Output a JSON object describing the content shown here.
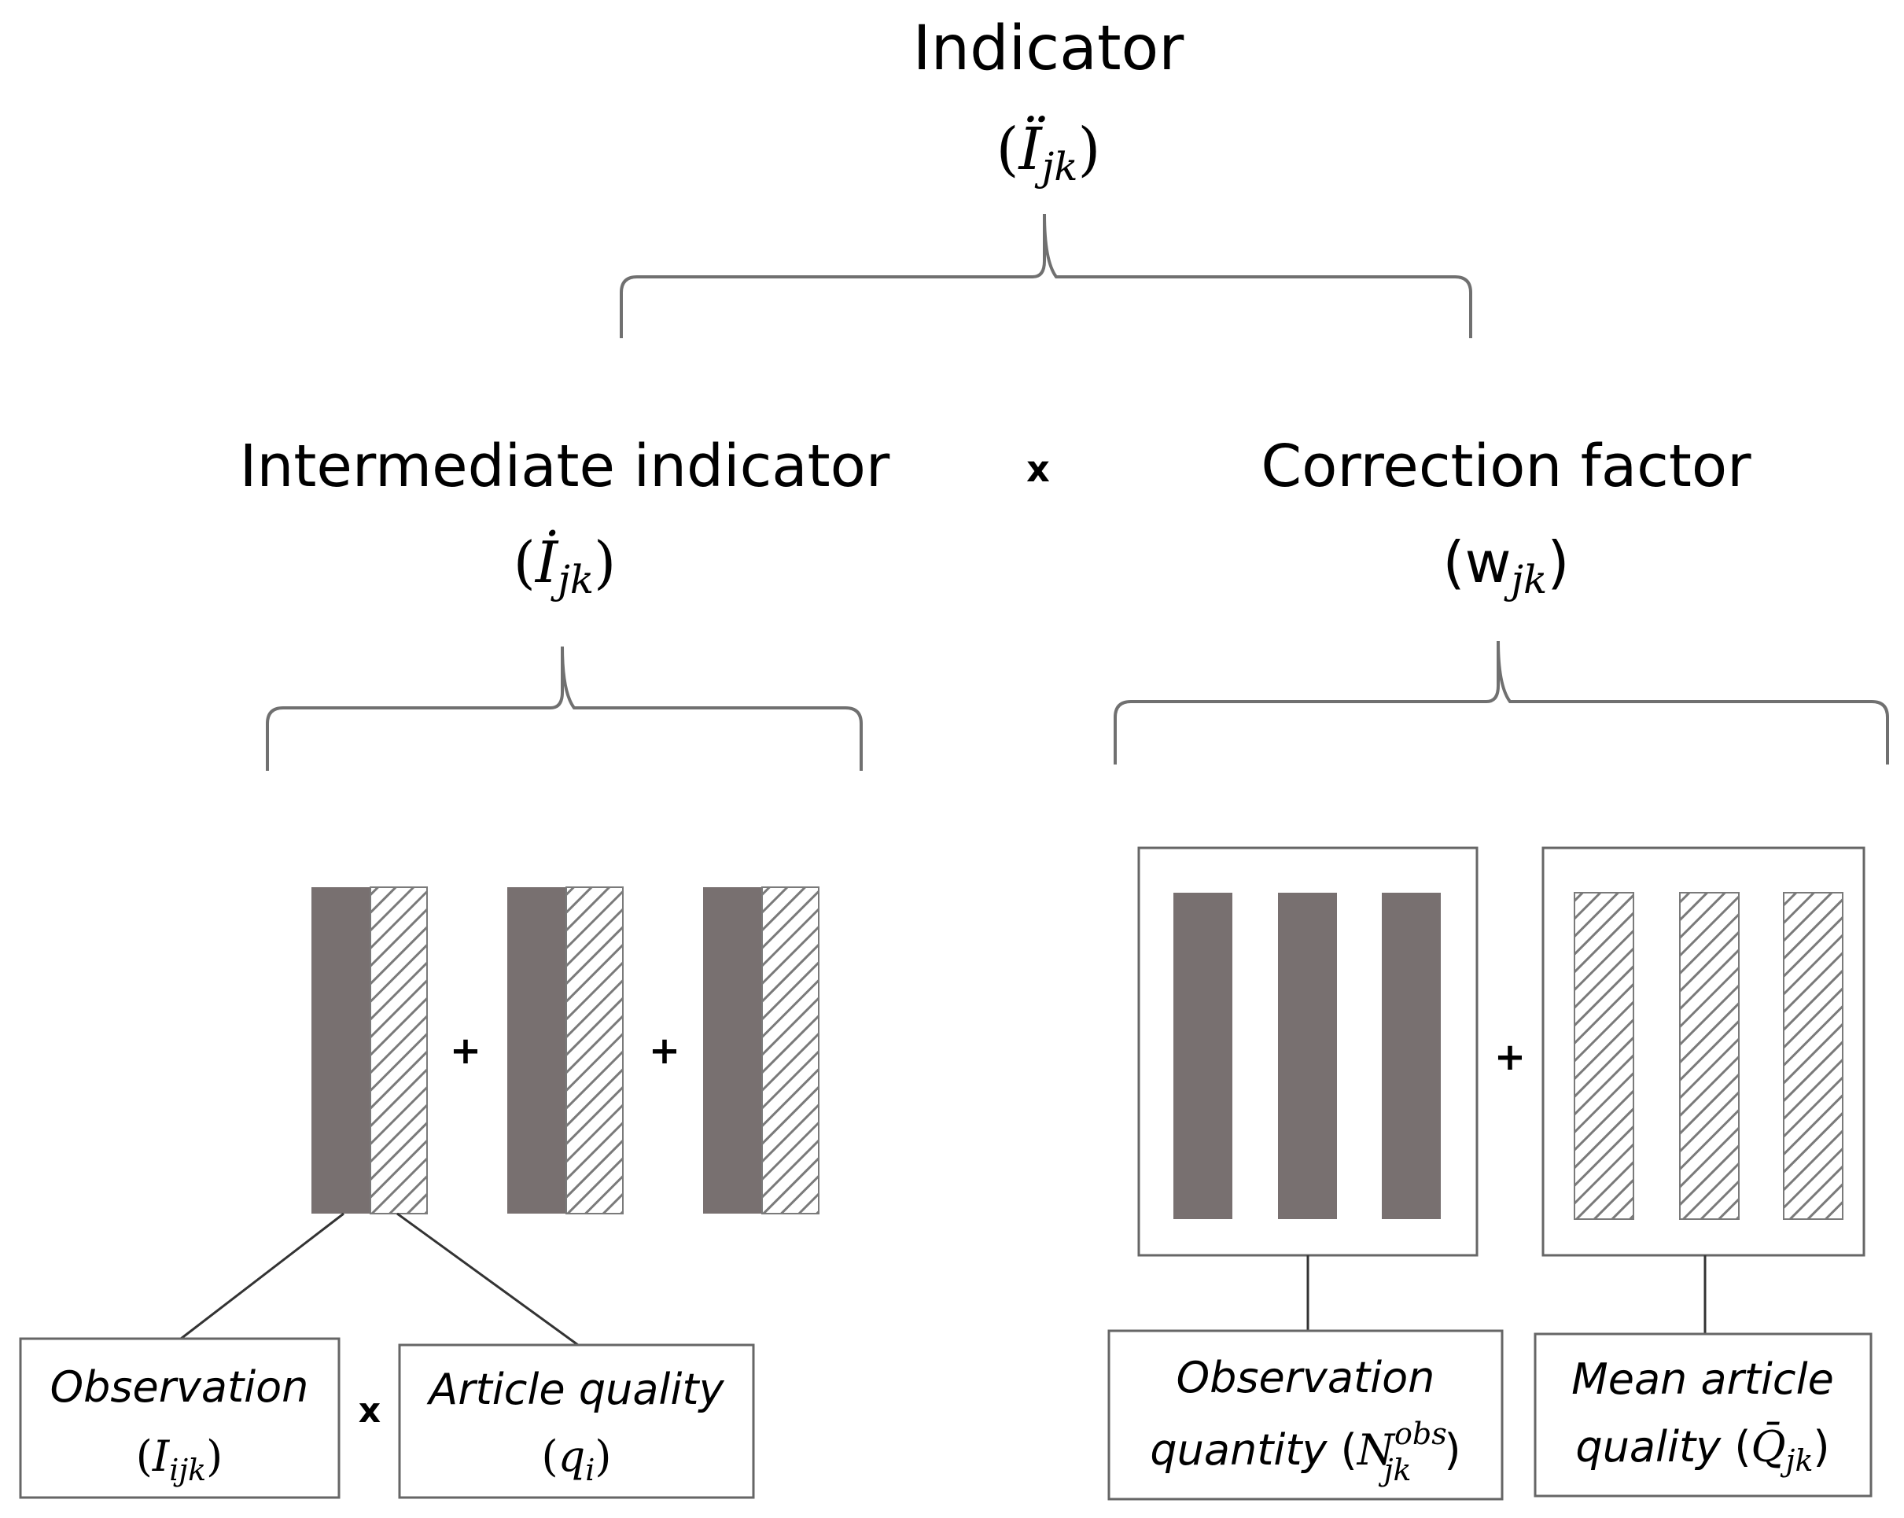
{
  "title": {
    "label": "Indicator",
    "symbol": "Ï",
    "subscript": "jk"
  },
  "intermediate": {
    "label": "Intermediate indicator",
    "symbol": "İ",
    "subscript": "jk"
  },
  "correction": {
    "label": "Correction factor",
    "symbol": "w",
    "subscript": "jk"
  },
  "operators": {
    "times": "x",
    "plus": "+"
  },
  "observation_box": {
    "label": "Observation",
    "symbol": "I",
    "subscript": "ijk"
  },
  "article_quality_box": {
    "label": "Article quality",
    "symbol": "q",
    "subscript": "i"
  },
  "observation_quantity_box": {
    "line1": "Observation",
    "line2": "quantity",
    "symbol": "N",
    "subscript": "jk",
    "superscript": "obs"
  },
  "mean_quality_box": {
    "line1": "Mean article",
    "line2": "quality",
    "symbol": "Q̄",
    "subscript": "jk"
  },
  "colors": {
    "solid_bar": "#787070",
    "hatch": "#7a7a7a",
    "bracket": "#707070",
    "box_border": "#666666"
  }
}
